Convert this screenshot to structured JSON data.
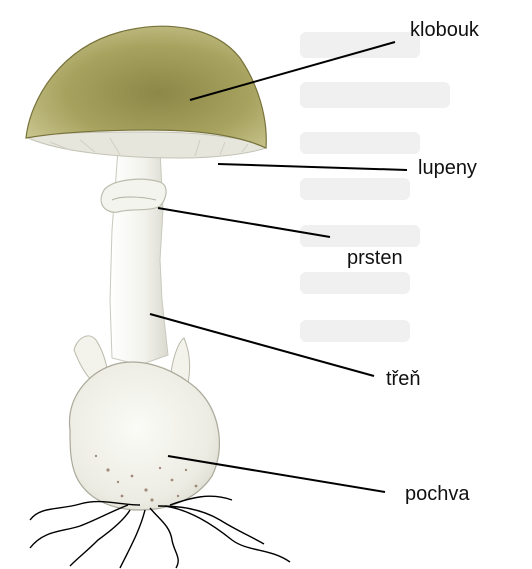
{
  "labels": {
    "cap": "klobouk",
    "gills": "lupeny",
    "ring": "prsten",
    "stem": "třeň",
    "volva": "pochva"
  },
  "colors": {
    "cap": "#a7a25e",
    "cap_dark": "#8a8443",
    "gills": "#e6e6dc",
    "stem": "#f1f1ea",
    "volva": "#efefe6",
    "volva_spots": "#8a6a58",
    "roots": "#000000",
    "leader_lines": "#000000",
    "background_text": "#efefef"
  }
}
